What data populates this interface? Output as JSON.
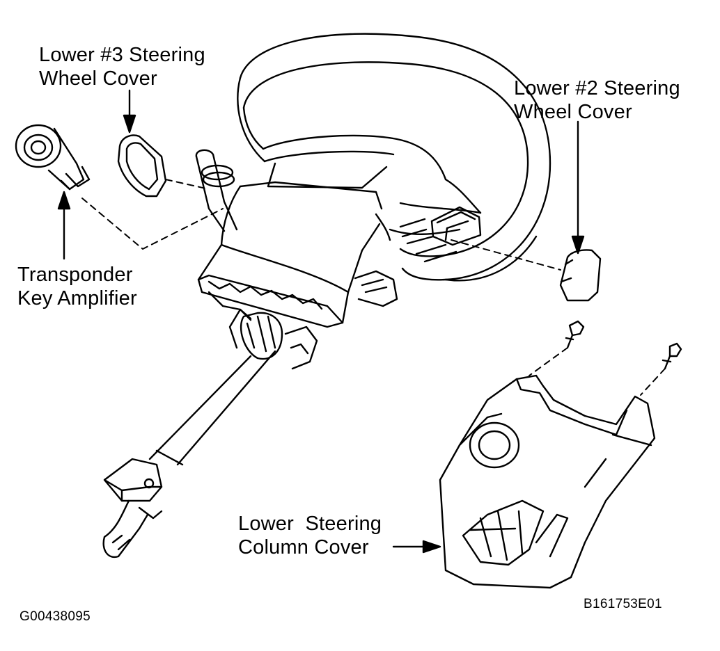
{
  "labels": {
    "lower3": {
      "line1": "Lower #3 Steering",
      "line2": "Wheel Cover"
    },
    "lower2": {
      "line1": "Lower #2 Steering",
      "line2": "Wheel Cover"
    },
    "transponder": {
      "line1": "Transponder",
      "line2": "Key Amplifier"
    },
    "column": {
      "line1": "Lower  Steering",
      "line2": "Column Cover"
    }
  },
  "codes": {
    "left": "G00438095",
    "right": "B161753E01"
  },
  "style": {
    "line_color": "#000000",
    "background": "#ffffff"
  }
}
